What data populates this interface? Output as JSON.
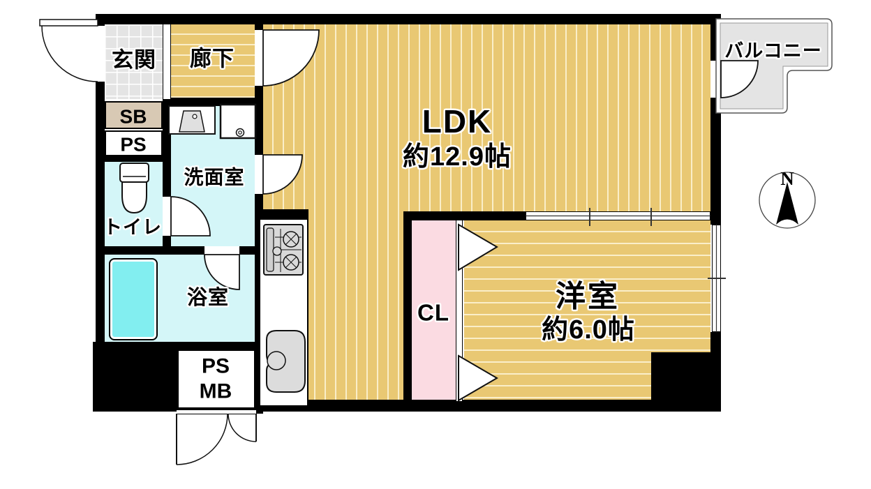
{
  "plan": {
    "rooms": {
      "genkan": "玄関",
      "rouka": "廊下",
      "sb": "SB",
      "ps": "PS",
      "toilet": "トイレ",
      "senmen": "洗面室",
      "yokushitsu": "浴室",
      "ldk_label": "LDK",
      "ldk_size": "約12.9帖",
      "cl": "CL",
      "youshitsu_label": "洋室",
      "youshitsu_size": "約6.0帖",
      "balcony": "バルコニー",
      "psmb_line1": "PS",
      "psmb_line2": "MB"
    },
    "compass_n": "N",
    "colors": {
      "floor_tan": "#e9c873",
      "room_cyan": "#d4f6f8",
      "bathtub_cyan": "#82eef0",
      "closet_pink": "#fbdbe2",
      "entry_tile_grey": "#e4e4e4",
      "sb_beige": "#d8c9b4",
      "balcony_grey": "#e4e4e4",
      "wall_black": "#000000"
    }
  }
}
